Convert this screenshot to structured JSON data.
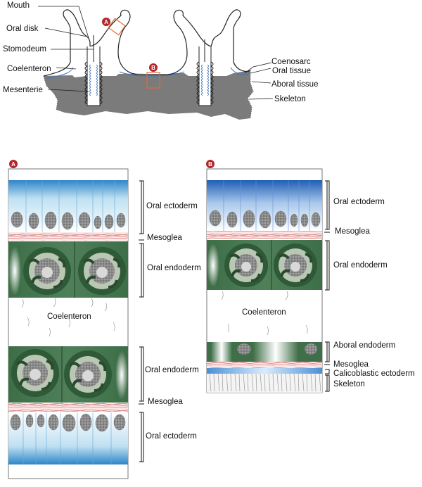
{
  "top": {
    "labels_left": [
      "Mouth",
      "Oral disk",
      "Stomodeum",
      "Coelenteron",
      "Mesenterie"
    ],
    "labels_right": [
      "Coenosarc",
      "Oral tissue",
      "Aboral tissue",
      "Skeleton"
    ],
    "marker_a": "A",
    "marker_b": "B"
  },
  "panel_a": {
    "badge": "A",
    "labels": [
      "Oral ectoderm",
      "Mesoglea",
      "Oral endoderm",
      "Coelenteron",
      "Oral endoderm",
      "Mesoglea",
      "Oral ectoderm"
    ]
  },
  "panel_b": {
    "badge": "B",
    "labels": [
      "Oral ectoderm",
      "Mesoglea",
      "Oral endoderm",
      "Coelenteron",
      "Aboral endoderm",
      "Mesoglea",
      "Calicoblastic ectoderm",
      "Skeleton"
    ]
  },
  "colors": {
    "badge": "#b3262b",
    "marker_box": "#e06a3a",
    "skeleton": "#7b7b7b",
    "ectoderm_blue": "#3f8fd0",
    "endoderm_green": "#3d6b46",
    "mesoglea_red": "#d77a7a"
  }
}
